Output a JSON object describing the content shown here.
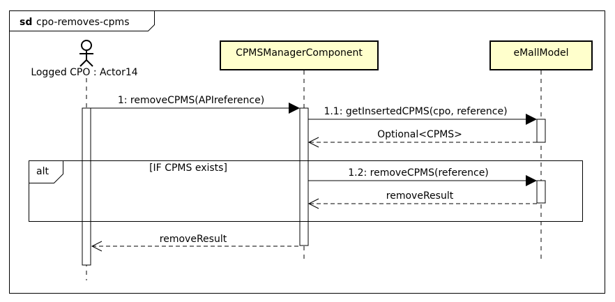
{
  "frame": {
    "keyword": "sd",
    "name": "cpo-removes-cpms"
  },
  "participants": {
    "actor": {
      "label": "Logged CPO : Actor14"
    },
    "manager": {
      "label": "CPMSManagerComponent"
    },
    "model": {
      "label": "eMallModel"
    }
  },
  "messages": [
    {
      "label": "1: removeCPMS(APIreference)",
      "kind": "sync"
    },
    {
      "label": "1.1: getInsertedCPMS(cpo, reference)",
      "kind": "sync"
    },
    {
      "label": "Optional<CPMS>",
      "kind": "return"
    },
    {
      "label": "1.2: removeCPMS(reference)",
      "kind": "sync"
    },
    {
      "label": "removeResult",
      "kind": "return"
    },
    {
      "label": "removeResult",
      "kind": "return"
    }
  ],
  "fragment": {
    "operator": "alt",
    "guard": "[IF CPMS exists]"
  },
  "colors": {
    "participant_fill": "#ffffcc",
    "line": "#000000",
    "background": "#ffffff"
  }
}
